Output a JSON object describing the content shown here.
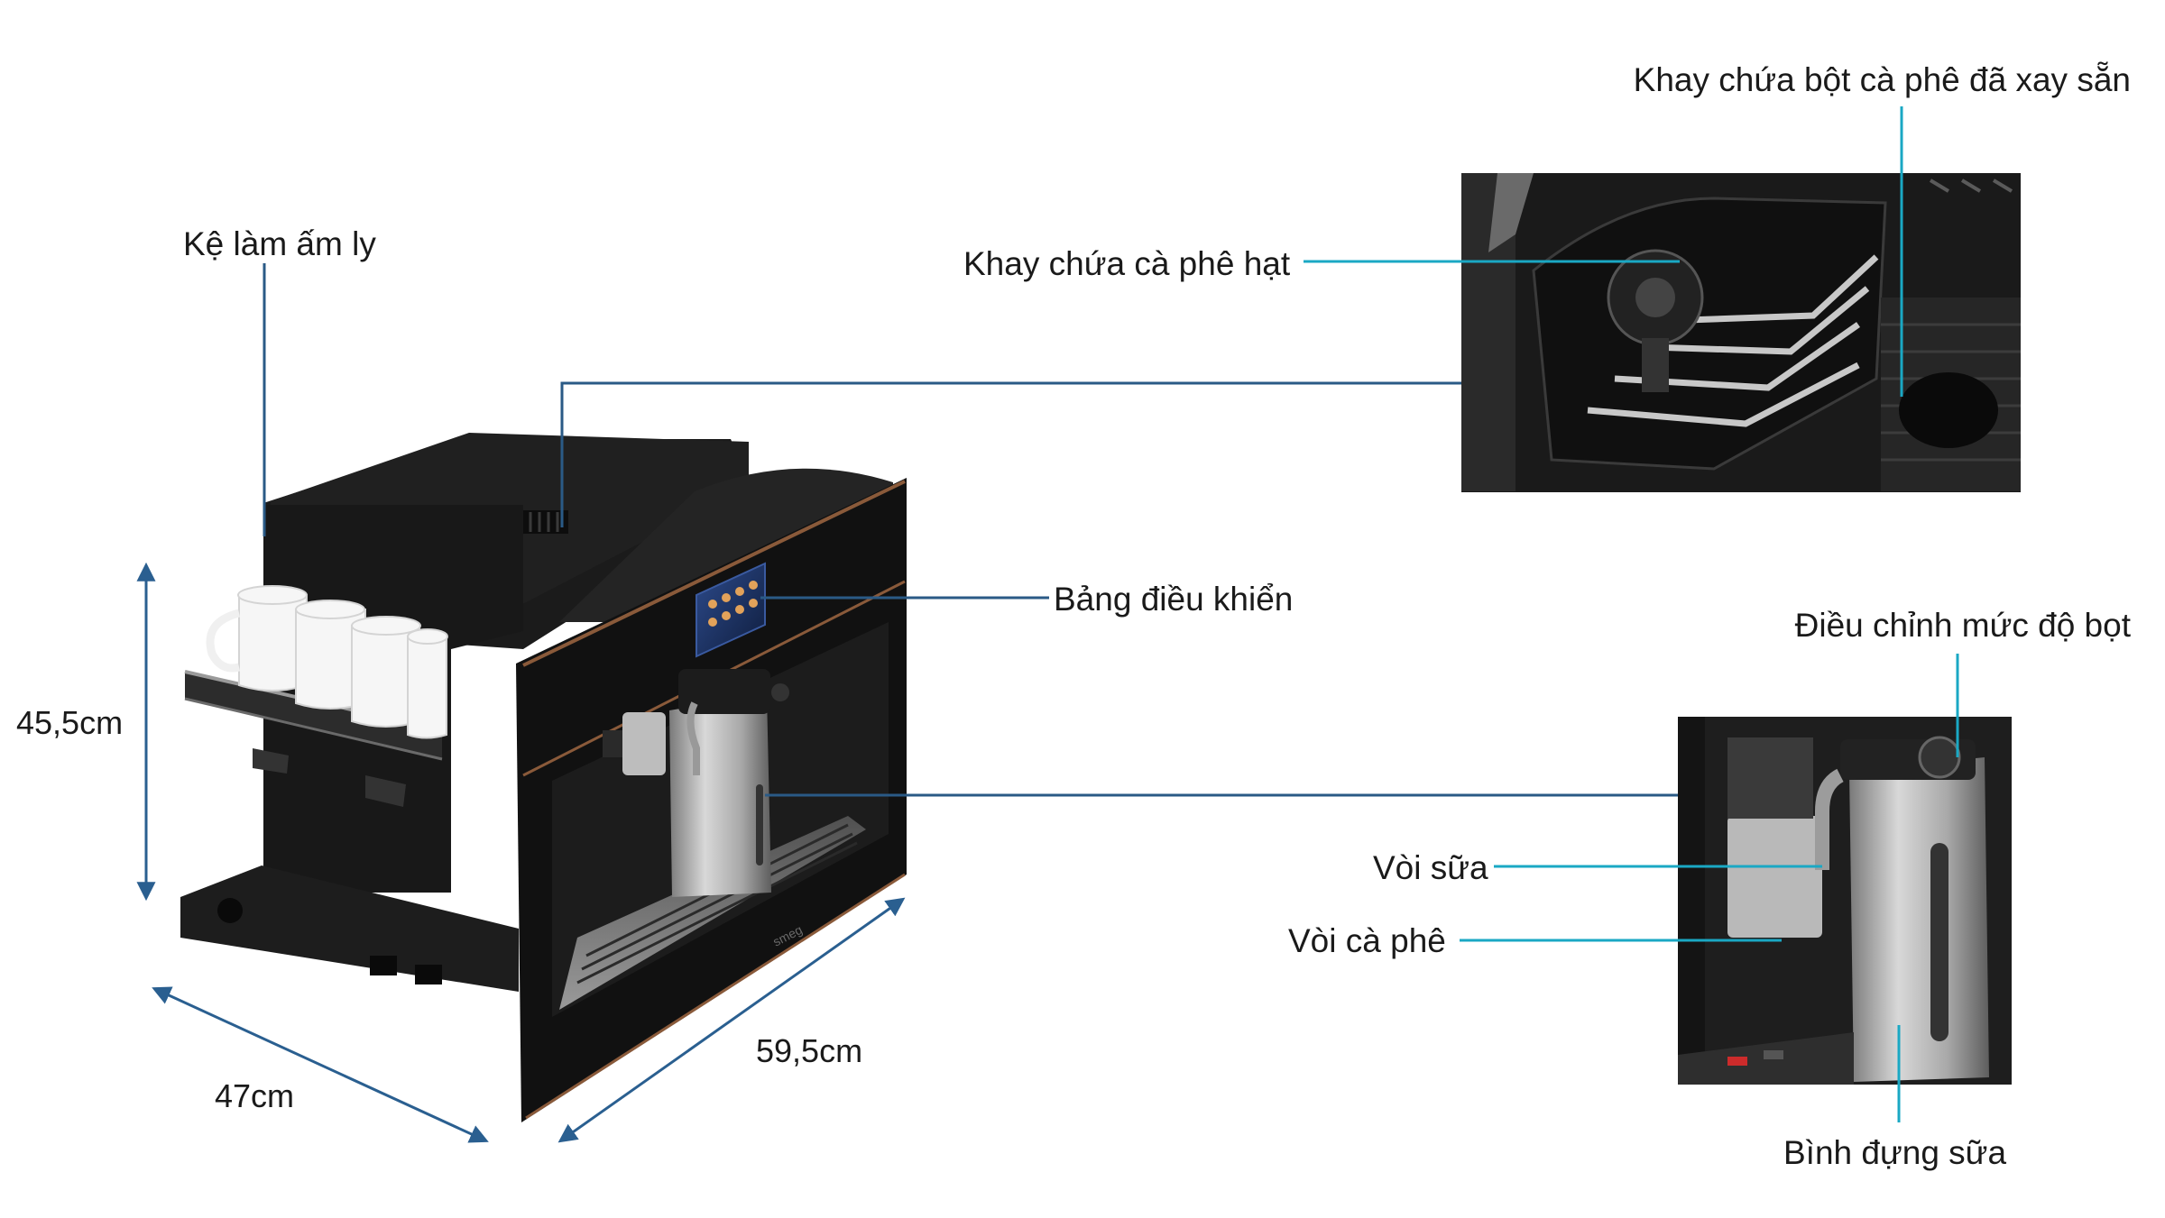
{
  "labels": {
    "cup_warmer": "Kệ làm ấm ly",
    "ground_coffee_tray": "Khay chứa bột cà phê đã xay sẵn",
    "bean_hopper": "Khay chứa cà phê hạt",
    "control_panel": "Bảng điều khiển",
    "froth_adjust": "Điều chỉnh mức độ bọt",
    "milk_nozzle": "Vòi sữa",
    "coffee_spout": "Vòi cà phê",
    "milk_jug": "Bình đựng sữa"
  },
  "dimensions": {
    "height": "45,5cm",
    "depth": "47cm",
    "width": "59,5cm"
  },
  "brand": "smeg",
  "colors": {
    "leader_dark": "#2a5a86",
    "leader_cyan": "#1aa8c4",
    "dimension_arrow": "#2a5f90",
    "machine_body": "#151515",
    "copper_trim": "#8a5a3a"
  }
}
